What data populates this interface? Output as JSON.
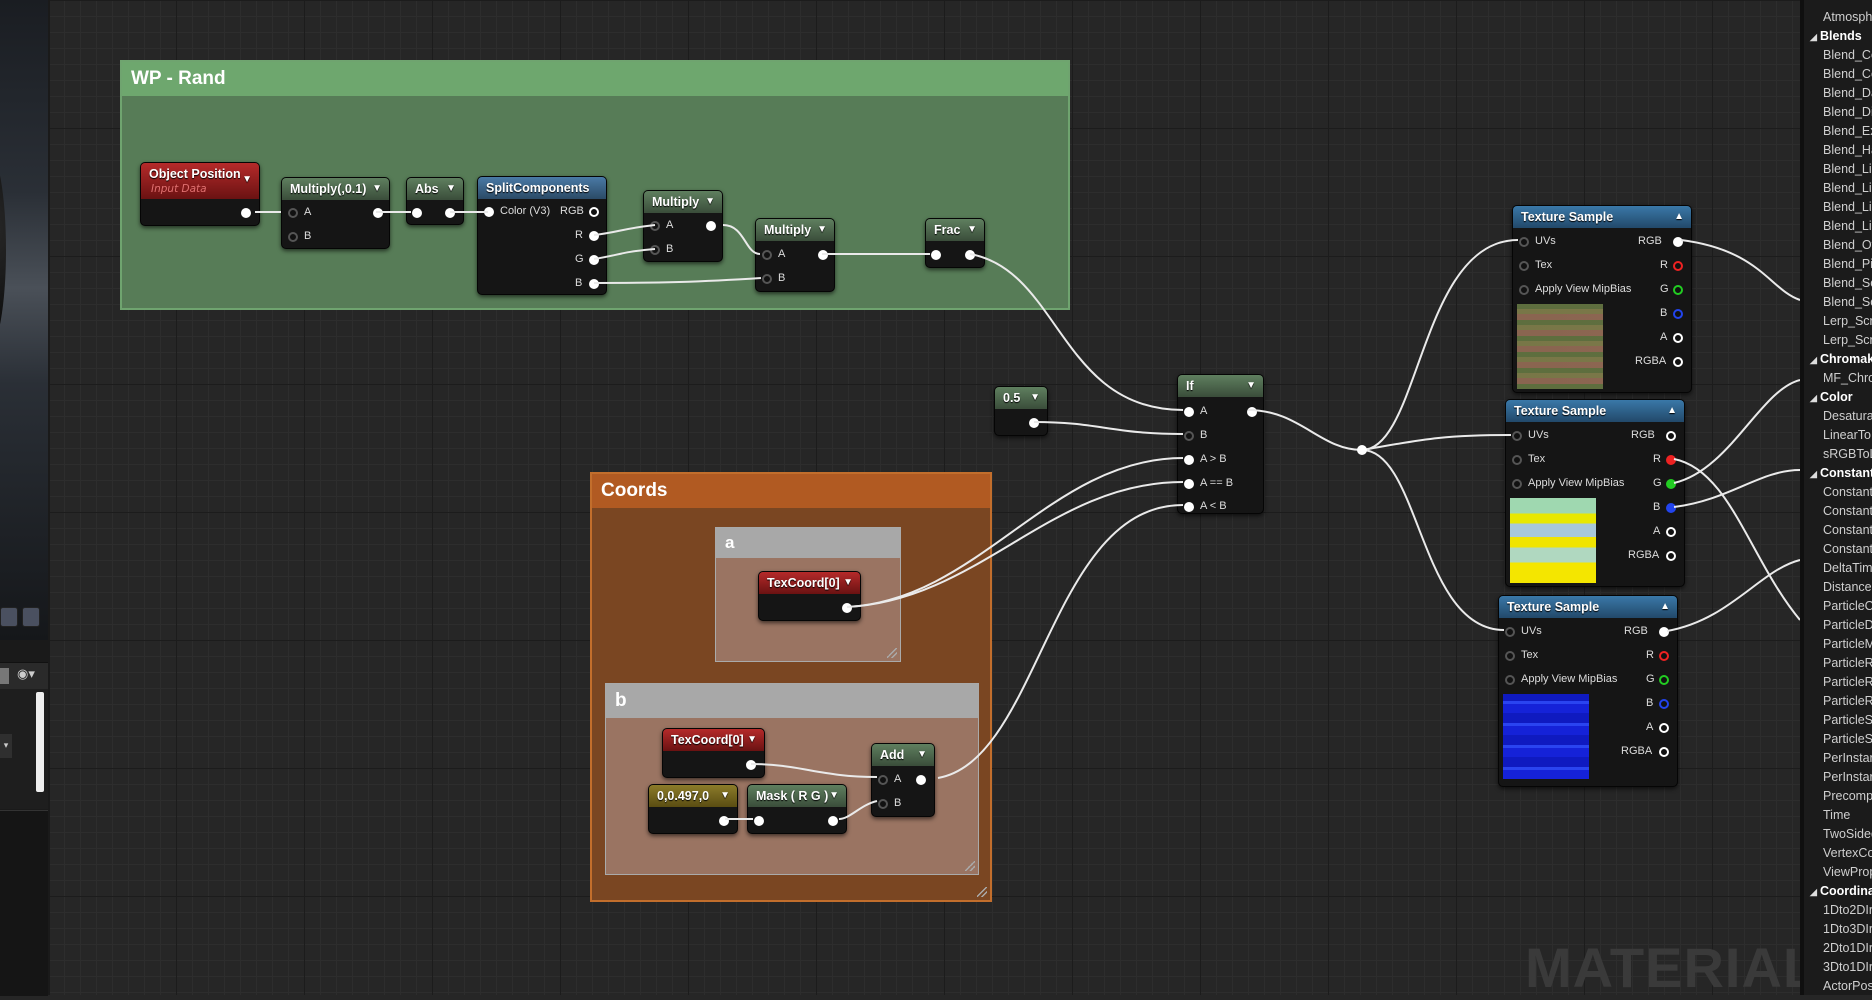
{
  "comments": {
    "wp_rand": "WP - Rand",
    "coords": "Coords",
    "a": "a",
    "b": "b"
  },
  "nodes": {
    "object_position": {
      "title": "Object Position",
      "subtitle": "Input Data"
    },
    "multiply_01": {
      "title": "Multiply(,0.1)",
      "a": "A",
      "b": "B"
    },
    "abs": {
      "title": "Abs"
    },
    "split": {
      "title": "SplitComponents",
      "in": "Color (V3)",
      "rgb": "RGB",
      "r": "R",
      "g": "G",
      "b": "B"
    },
    "multiply_1": {
      "title": "Multiply",
      "a": "A",
      "b": "B"
    },
    "multiply_2": {
      "title": "Multiply",
      "a": "A",
      "b": "B"
    },
    "frac": {
      "title": "Frac"
    },
    "const_05": {
      "title": "0.5"
    },
    "if": {
      "title": "If",
      "a": "A",
      "b": "B",
      "agb": "A > B",
      "aeb": "A == B",
      "alb": "A < B"
    },
    "texcoord_a": {
      "title": "TexCoord[0]"
    },
    "texcoord_b": {
      "title": "TexCoord[0]"
    },
    "const_vec": {
      "title": "0,0.497,0"
    },
    "mask": {
      "title": "Mask ( R G )"
    },
    "add": {
      "title": "Add",
      "a": "A",
      "b": "B"
    },
    "tex1": {
      "title": "Texture Sample",
      "uvs": "UVs",
      "tex": "Tex",
      "mip": "Apply View MipBias",
      "rgb": "RGB",
      "r": "R",
      "g": "G",
      "b": "B",
      "a": "A",
      "rgba": "RGBA"
    },
    "tex2": {
      "title": "Texture Sample",
      "uvs": "UVs",
      "tex": "Tex",
      "mip": "Apply View MipBias",
      "rgb": "RGB",
      "r": "R",
      "g": "G",
      "b": "B",
      "a": "A",
      "rgba": "RGBA"
    },
    "tex3": {
      "title": "Texture Sample",
      "uvs": "UVs",
      "tex": "Tex",
      "mip": "Apply View MipBias",
      "rgb": "RGB",
      "r": "R",
      "g": "G",
      "b": "B",
      "a": "A",
      "rgba": "RGBA"
    }
  },
  "palette": [
    {
      "kind": "item",
      "label": "Atmosph"
    },
    {
      "kind": "cat",
      "label": "Blends"
    },
    {
      "kind": "item",
      "label": "Blend_Co"
    },
    {
      "kind": "item",
      "label": "Blend_Co"
    },
    {
      "kind": "item",
      "label": "Blend_Da"
    },
    {
      "kind": "item",
      "label": "Blend_Di"
    },
    {
      "kind": "item",
      "label": "Blend_Ex"
    },
    {
      "kind": "item",
      "label": "Blend_Ha"
    },
    {
      "kind": "item",
      "label": "Blend_Lig"
    },
    {
      "kind": "item",
      "label": "Blend_Lin"
    },
    {
      "kind": "item",
      "label": "Blend_Lin"
    },
    {
      "kind": "item",
      "label": "Blend_Lin"
    },
    {
      "kind": "item",
      "label": "Blend_Ov"
    },
    {
      "kind": "item",
      "label": "Blend_Pin"
    },
    {
      "kind": "item",
      "label": "Blend_Sc"
    },
    {
      "kind": "item",
      "label": "Blend_So"
    },
    {
      "kind": "item",
      "label": "Lerp_Scr"
    },
    {
      "kind": "item",
      "label": "Lerp_Scr"
    },
    {
      "kind": "cat",
      "label": "Chromakey"
    },
    {
      "kind": "item",
      "label": "MF_Chro"
    },
    {
      "kind": "cat",
      "label": "Color"
    },
    {
      "kind": "item",
      "label": "Desatura"
    },
    {
      "kind": "item",
      "label": "LinearTo"
    },
    {
      "kind": "item",
      "label": "sRGBToL"
    },
    {
      "kind": "cat",
      "label": "Constants"
    },
    {
      "kind": "item",
      "label": "Constant"
    },
    {
      "kind": "item",
      "label": "Constant"
    },
    {
      "kind": "item",
      "label": "Constant"
    },
    {
      "kind": "item",
      "label": "Constant"
    },
    {
      "kind": "item",
      "label": "DeltaTim"
    },
    {
      "kind": "item",
      "label": "Distance"
    },
    {
      "kind": "item",
      "label": "ParticleC"
    },
    {
      "kind": "item",
      "label": "ParticleD"
    },
    {
      "kind": "item",
      "label": "ParticleM"
    },
    {
      "kind": "item",
      "label": "ParticleR"
    },
    {
      "kind": "item",
      "label": "ParticleR"
    },
    {
      "kind": "item",
      "label": "ParticleR"
    },
    {
      "kind": "item",
      "label": "ParticleS"
    },
    {
      "kind": "item",
      "label": "ParticleS"
    },
    {
      "kind": "item",
      "label": "PerInstar"
    },
    {
      "kind": "item",
      "label": "PerInstar"
    },
    {
      "kind": "item",
      "label": "Precomp"
    },
    {
      "kind": "item",
      "label": "Time"
    },
    {
      "kind": "item",
      "label": "TwoSided"
    },
    {
      "kind": "item",
      "label": "VertexCo"
    },
    {
      "kind": "item",
      "label": "ViewProp"
    },
    {
      "kind": "cat",
      "label": "Coordinate"
    },
    {
      "kind": "item",
      "label": "1Dto2DIr"
    },
    {
      "kind": "item",
      "label": "1Dto3DIr"
    },
    {
      "kind": "item",
      "label": "2Dto1DIr"
    },
    {
      "kind": "item",
      "label": "3Dto1DIr"
    },
    {
      "kind": "item",
      "label": "ActorPos"
    }
  ],
  "watermark": "MATERIAL",
  "colors": {
    "graph_bg": "#262626",
    "comment_green": "#5a7f5a",
    "comment_orange": "#a0521f",
    "comment_gray": "#9a9a9a"
  }
}
